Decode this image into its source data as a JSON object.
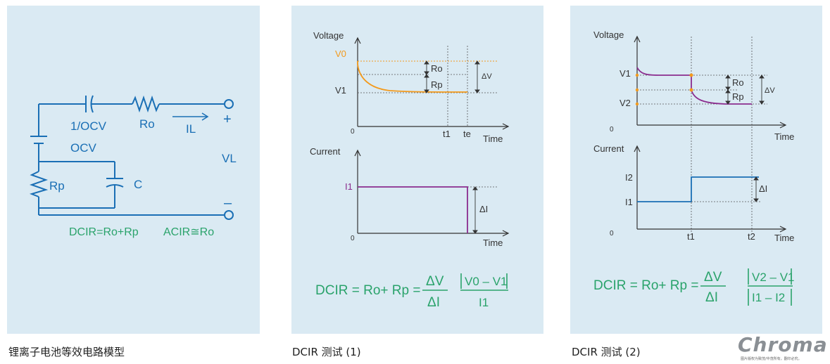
{
  "panels": [
    {
      "caption": "锂离子电池等效电路模型",
      "labels": {
        "capacitor_ocv": "1/OCV",
        "r_o": "Ro",
        "current": "IL",
        "plus": "+",
        "minus": "–",
        "ocv": "OCV",
        "r_p": "Rp",
        "c": "C",
        "v_l": "VL",
        "dcir_formula": "DCIR=Ro+Rp",
        "acir_formula": "ACIR≅Ro"
      }
    },
    {
      "caption": "DCIR 测试 (1)",
      "voltage_chart": {
        "ylabel": "Voltage",
        "xlabel": "Time",
        "origin": "0",
        "v0": "V0",
        "v1": "V1",
        "t1": "t1",
        "te": "te",
        "ro": "Ro",
        "rp": "Rp",
        "dv": "ΔV"
      },
      "current_chart": {
        "ylabel": "Current",
        "xlabel": "Time",
        "origin": "0",
        "i1": "I1",
        "di": "ΔI"
      },
      "formula": {
        "lhs": "DCIR = Ro+ Rp =",
        "num1": "ΔV",
        "den1": "ΔI",
        "num2": "V0 – V1",
        "den2": "I1"
      }
    },
    {
      "caption": "DCIR 测试 (2)",
      "voltage_chart": {
        "ylabel": "Voltage",
        "xlabel": "Time",
        "origin": "0",
        "v1": "V1",
        "v2": "V2",
        "ro": "Ro",
        "rp": "Rp",
        "dv": "ΔV"
      },
      "current_chart": {
        "ylabel": "Current",
        "xlabel": "Time",
        "origin": "0",
        "i1": "I1",
        "i2": "I2",
        "t1": "t1",
        "t2": "t2",
        "di": "ΔI"
      },
      "formula": {
        "lhs": "DCIR = Ro+ Rp =",
        "num1": "ΔV",
        "den1": "ΔI",
        "num2": "V2 – V1",
        "den2": "I1 – I2"
      }
    }
  ],
  "logo": {
    "name": "Chroma",
    "tagline": "图片版权为致茂/中茂所有，翻印必究。"
  },
  "colors": {
    "circuit": "#1a6fb5",
    "formula": "#2aa36b",
    "voltage_curve_1": "#f39a1c",
    "current_1": "#8b2c8e",
    "voltage_curve_2": "#8b2c8e",
    "current_2": "#1a6fb5",
    "marker": "#f39a1c"
  }
}
